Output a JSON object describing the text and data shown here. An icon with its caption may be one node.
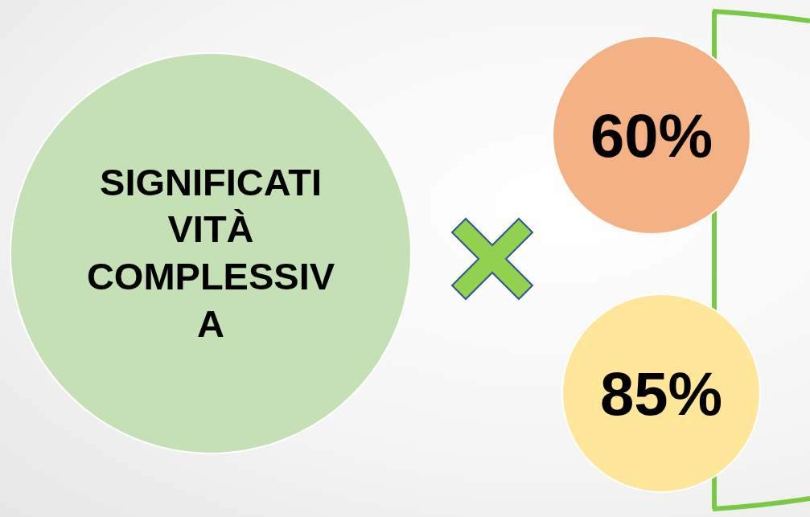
{
  "diagram": {
    "nodes": [
      {
        "text": [
          "SIGNIFICATI VITÀ COMPLESSIV A"
        ]
      },
      {
        "text": [
          "60%"
        ]
      },
      {
        "text": [
          "85%"
        ]
      }
    ]
  }
}
